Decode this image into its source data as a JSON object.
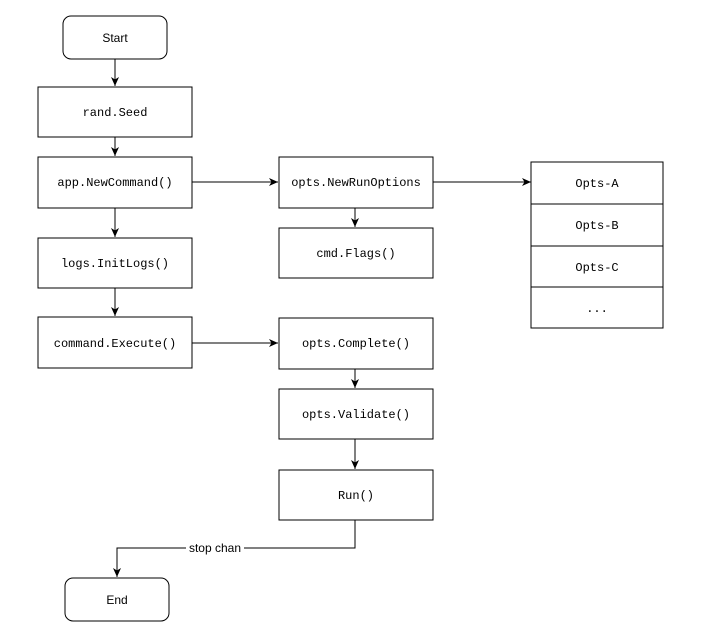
{
  "nodes": {
    "start": "Start",
    "rand_seed": "rand.Seed",
    "new_command": "app.NewCommand()",
    "init_logs": "logs.InitLogs()",
    "execute": "command.Execute()",
    "new_run_options": "opts.NewRunOptions",
    "cmd_flags": "cmd.Flags()",
    "complete": "opts.Complete()",
    "validate": "opts.Validate()",
    "run": "Run()",
    "end": "End"
  },
  "opts_list": [
    "Opts-A",
    "Opts-B",
    "Opts-C",
    "..."
  ],
  "edge_labels": {
    "stop_chan": "stop chan"
  }
}
